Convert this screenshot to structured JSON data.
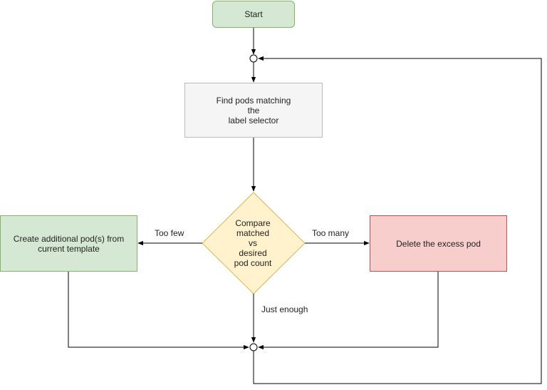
{
  "nodes": {
    "start": "Start",
    "find_pods": "Find pods matching\nthe\nlabel selector",
    "compare": "Compare\nmatched\nvs\ndesired\npod count",
    "create": "Create additional pod(s) from\ncurrent template",
    "delete": "Delete the excess pod"
  },
  "edges": {
    "too_few": "Too few",
    "too_many": "Too many",
    "just_enough": "Just enough"
  },
  "colors": {
    "start_fill": "#d5e8d4",
    "start_stroke": "#82b366",
    "find_fill": "#f5f5f5",
    "compare_fill": "#fff2cc",
    "compare_stroke": "#d6b656",
    "create_fill": "#d5e8d4",
    "delete_fill": "#f8cecc",
    "delete_stroke": "#b85450"
  }
}
